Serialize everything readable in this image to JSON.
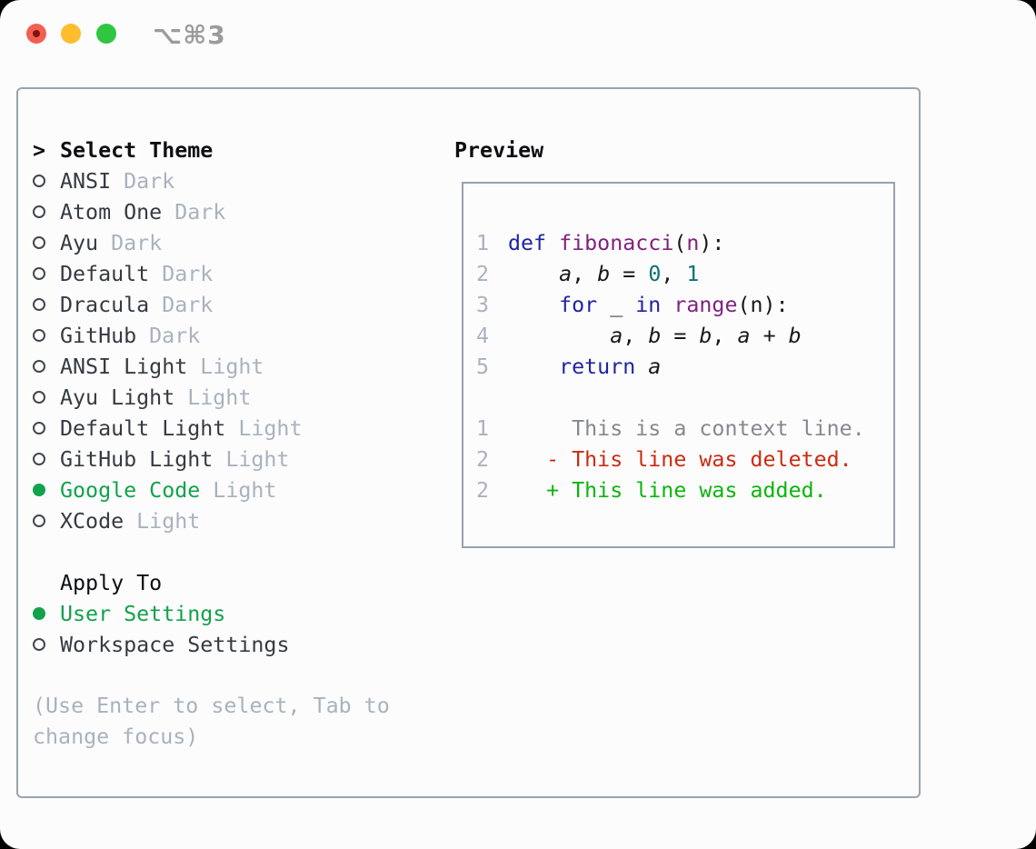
{
  "titlebar": {
    "shortcut": "⌥⌘3"
  },
  "colors": {
    "page_bg": "#000000",
    "window_bg": "#fcfcfd",
    "border": "#9aa3ae",
    "text_black": "#0d0e10",
    "text_dark": "#363b42",
    "muted": "#a9b2bd",
    "selection_green": "#12a24b",
    "traffic_red": "#f35e52",
    "traffic_red_dot": "#7e150d",
    "traffic_yellow": "#fdbd2e",
    "traffic_green": "#2fc641",
    "shortcut_gray": "#9b9b9b",
    "code_keyword": "#1f24a0",
    "code_function": "#80237f",
    "code_number": "#0b7373",
    "code_plain": "#17181a",
    "line_number": "#a9b2bd",
    "diff_context": "#85898f",
    "diff_deleted": "#cb2b10",
    "diff_added": "#0db50d"
  },
  "theme_panel": {
    "header_marker": ">",
    "header": "Select Theme",
    "themes": [
      {
        "name": "ANSI",
        "tag": "Dark",
        "selected": false
      },
      {
        "name": "Atom One",
        "tag": "Dark",
        "selected": false
      },
      {
        "name": "Ayu",
        "tag": "Dark",
        "selected": false
      },
      {
        "name": "Default",
        "tag": "Dark",
        "selected": false
      },
      {
        "name": "Dracula",
        "tag": "Dark",
        "selected": false
      },
      {
        "name": "GitHub",
        "tag": "Dark",
        "selected": false
      },
      {
        "name": "ANSI Light",
        "tag": "Light",
        "selected": false
      },
      {
        "name": "Ayu Light",
        "tag": "Light",
        "selected": false
      },
      {
        "name": "Default Light",
        "tag": "Light",
        "selected": false
      },
      {
        "name": "GitHub Light",
        "tag": "Light",
        "selected": false
      },
      {
        "name": "Google Code",
        "tag": "Light",
        "selected": true
      },
      {
        "name": "XCode",
        "tag": "Light",
        "selected": false
      }
    ],
    "apply_to": {
      "header": "Apply To",
      "options": [
        {
          "name": "User Settings",
          "selected": true
        },
        {
          "name": "Workspace Settings",
          "selected": false
        }
      ]
    },
    "help": [
      "(Use Enter to select, Tab to",
      "change focus)"
    ]
  },
  "preview": {
    "header": "Preview",
    "code_lines": [
      {
        "num": "1",
        "tokens": [
          {
            "t": "def ",
            "c": "kw"
          },
          {
            "t": "fibonacci",
            "c": "fn"
          },
          {
            "t": "(",
            "c": "pl"
          },
          {
            "t": "n",
            "c": "fn"
          },
          {
            "t": "):",
            "c": "pl"
          }
        ]
      },
      {
        "num": "2",
        "tokens": [
          {
            "t": "    ",
            "c": "pl"
          },
          {
            "t": "a",
            "c": "var"
          },
          {
            "t": ", ",
            "c": "pl"
          },
          {
            "t": "b",
            "c": "var"
          },
          {
            "t": " = ",
            "c": "pl"
          },
          {
            "t": "0",
            "c": "num"
          },
          {
            "t": ", ",
            "c": "pl"
          },
          {
            "t": "1",
            "c": "num"
          }
        ]
      },
      {
        "num": "3",
        "tokens": [
          {
            "t": "    ",
            "c": "pl"
          },
          {
            "t": "for",
            "c": "kw"
          },
          {
            "t": " _ ",
            "c": "pl"
          },
          {
            "t": "in",
            "c": "kw"
          },
          {
            "t": " ",
            "c": "pl"
          },
          {
            "t": "range",
            "c": "fn"
          },
          {
            "t": "(n):",
            "c": "pl"
          }
        ]
      },
      {
        "num": "4",
        "tokens": [
          {
            "t": "        ",
            "c": "pl"
          },
          {
            "t": "a",
            "c": "var"
          },
          {
            "t": ", ",
            "c": "pl"
          },
          {
            "t": "b",
            "c": "var"
          },
          {
            "t": " = ",
            "c": "pl"
          },
          {
            "t": "b",
            "c": "var"
          },
          {
            "t": ", ",
            "c": "pl"
          },
          {
            "t": "a",
            "c": "var"
          },
          {
            "t": " + ",
            "c": "pl"
          },
          {
            "t": "b",
            "c": "var"
          }
        ]
      },
      {
        "num": "5",
        "tokens": [
          {
            "t": "    ",
            "c": "pl"
          },
          {
            "t": "return",
            "c": "kw"
          },
          {
            "t": " ",
            "c": "pl"
          },
          {
            "t": "a",
            "c": "var"
          }
        ]
      }
    ],
    "diff_lines": [
      {
        "num": "1",
        "kind": "ctx",
        "text": "     This is a context line."
      },
      {
        "num": "2",
        "kind": "del",
        "text": "   - This line was deleted."
      },
      {
        "num": "2",
        "kind": "add",
        "text": "   + This line was added."
      }
    ]
  }
}
